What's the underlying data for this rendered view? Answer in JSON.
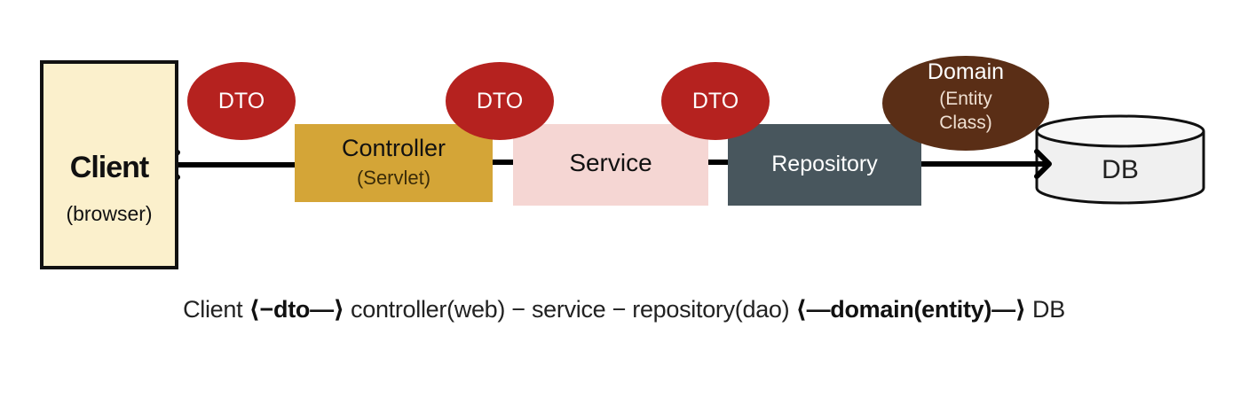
{
  "nodes": {
    "client": {
      "label": "Client",
      "sub": "(browser)"
    },
    "controller": {
      "label": "Controller",
      "sub": "(Servlet)"
    },
    "service": {
      "label": "Service"
    },
    "repository": {
      "label": "Repository"
    },
    "db": {
      "label": "DB"
    }
  },
  "dto_labels": [
    "DTO",
    "DTO",
    "DTO"
  ],
  "domain": {
    "label": "Domain",
    "line1": "(Entity",
    "line2": "Class)"
  },
  "caption": {
    "part1": "Client ",
    "part2": "⟨−dto—⟩",
    "part3": " controller(web) − service − repository(dao) ",
    "part4": "⟨—domain(entity)—⟩",
    "part5": " DB"
  },
  "colors": {
    "client_bg": "#fbf0cc",
    "controller_bg": "#d4a537",
    "service_bg": "#f5d6d3",
    "repository_bg": "#48565d",
    "dto_bg": "#b5221f",
    "domain_bg": "#5a2e16",
    "db_bg": "#f0f0f0"
  }
}
